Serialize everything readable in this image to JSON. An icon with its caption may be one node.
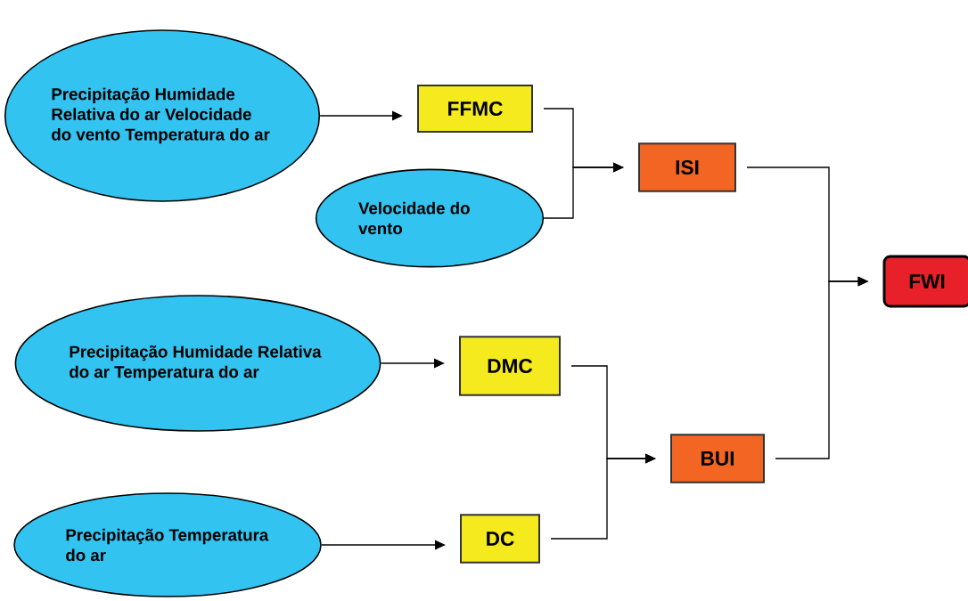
{
  "diagram": {
    "nodes": [
      {
        "text": [
          "Precipitação Humidade Relativa do ar Velocidade do vento Temperatura do ar"
        ]
      },
      {
        "text": [
          "Velocidade do vento"
        ]
      },
      {
        "text": [
          "Precipitação Humidade Relativa do ar Temperatura do ar"
        ]
      },
      {
        "text": [
          "Precipitação Temperatura do ar"
        ]
      },
      {
        "text": [
          "FFMC"
        ]
      },
      {
        "text": [
          "ISI"
        ]
      },
      {
        "text": [
          "FWI"
        ]
      },
      {
        "text": [
          "DMC"
        ]
      },
      {
        "text": [
          "BUI"
        ]
      },
      {
        "text": [
          "DC"
        ]
      }
    ],
    "edges": [
      {
        "from": 0,
        "to": 4,
        "arrow": "to"
      },
      {
        "from": 4,
        "to": 5,
        "arrow": "to"
      },
      {
        "from": 1,
        "to": 5,
        "arrow": "to"
      },
      {
        "from": 2,
        "to": 7,
        "arrow": "to"
      },
      {
        "from": 3,
        "to": 9,
        "arrow": "to"
      },
      {
        "from": 7,
        "to": 8,
        "arrow": "to"
      },
      {
        "from": 9,
        "to": 8,
        "arrow": "to"
      },
      {
        "from": 5,
        "to": 6,
        "arrow": "to"
      },
      {
        "from": 8,
        "to": 6,
        "arrow": "to"
      }
    ]
  }
}
